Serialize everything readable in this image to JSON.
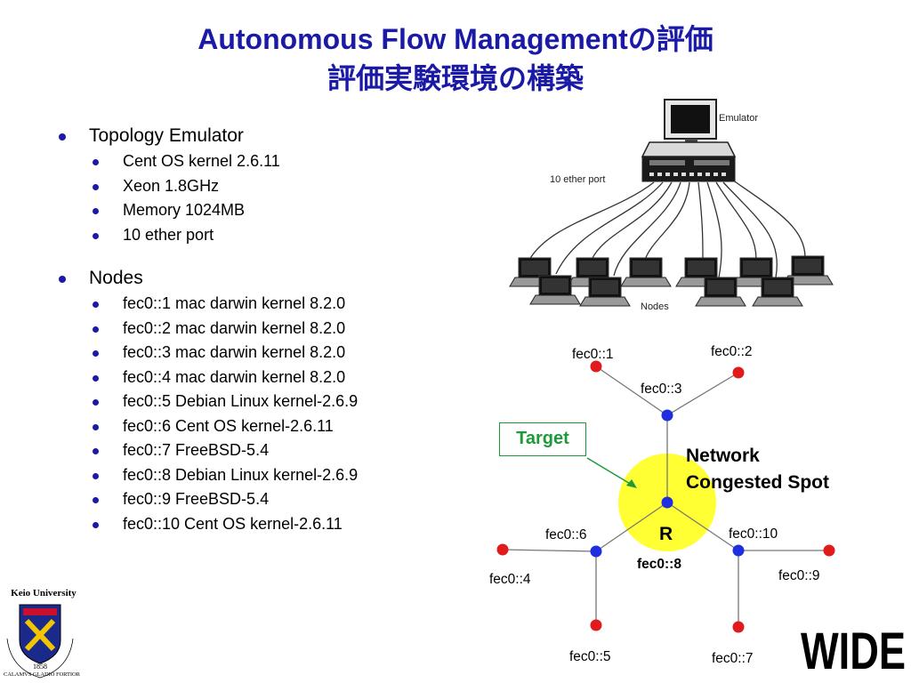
{
  "title": {
    "line1": "Autonomous Flow Managementの評価",
    "line2": "評価実験環境の構築"
  },
  "bullets": {
    "topology": {
      "label": "Topology Emulator",
      "items": [
        "Cent OS kernel 2.6.11",
        "Xeon 1.8GHz",
        "Memory 1024MB",
        "10 ether port"
      ]
    },
    "nodes": {
      "label": "Nodes",
      "items": [
        "fec0::1 mac darwin kernel 8.2.0",
        "fec0::2 mac darwin kernel 8.2.0",
        "fec0::3 mac darwin kernel 8.2.0",
        "fec0::4 mac darwin kernel 8.2.0",
        "fec0::5 Debian Linux kernel-2.6.9",
        "fec0::6 Cent OS kernel-2.6.11",
        "fec0::7 FreeBSD-5.4",
        "fec0::8 Debian Linux kernel-2.6.9",
        "fec0::9 FreeBSD-5.4",
        "fec0::10 Cent OS kernel-2.6.11"
      ]
    }
  },
  "emulator_figure": {
    "emulator_label": "Emulator",
    "port_label": "10 ether port",
    "nodes_label": "Nodes"
  },
  "topology_diagram": {
    "labels": {
      "n1": "fec0::1",
      "n2": "fec0::2",
      "n3": "fec0::3",
      "n4": "fec0::4",
      "n5": "fec0::5",
      "n6": "fec0::6",
      "n7": "fec0::7",
      "n8": "fec0::8",
      "n9": "fec0::9",
      "n10": "fec0::10"
    },
    "router_label": "R",
    "target_label": "Target",
    "congestion_line1": "Network",
    "congestion_line2": "Congested Spot",
    "colors": {
      "end_node": "#e11b1b",
      "router_node": "#1f2fe0",
      "congestion": "#ffff33",
      "target": "#1e9a3a"
    }
  },
  "logos": {
    "keio_name": "Keio University",
    "keio_year": "1858",
    "keio_motto": "CALAMVS GLADIO FORTIOR",
    "wide": "WIDE"
  }
}
